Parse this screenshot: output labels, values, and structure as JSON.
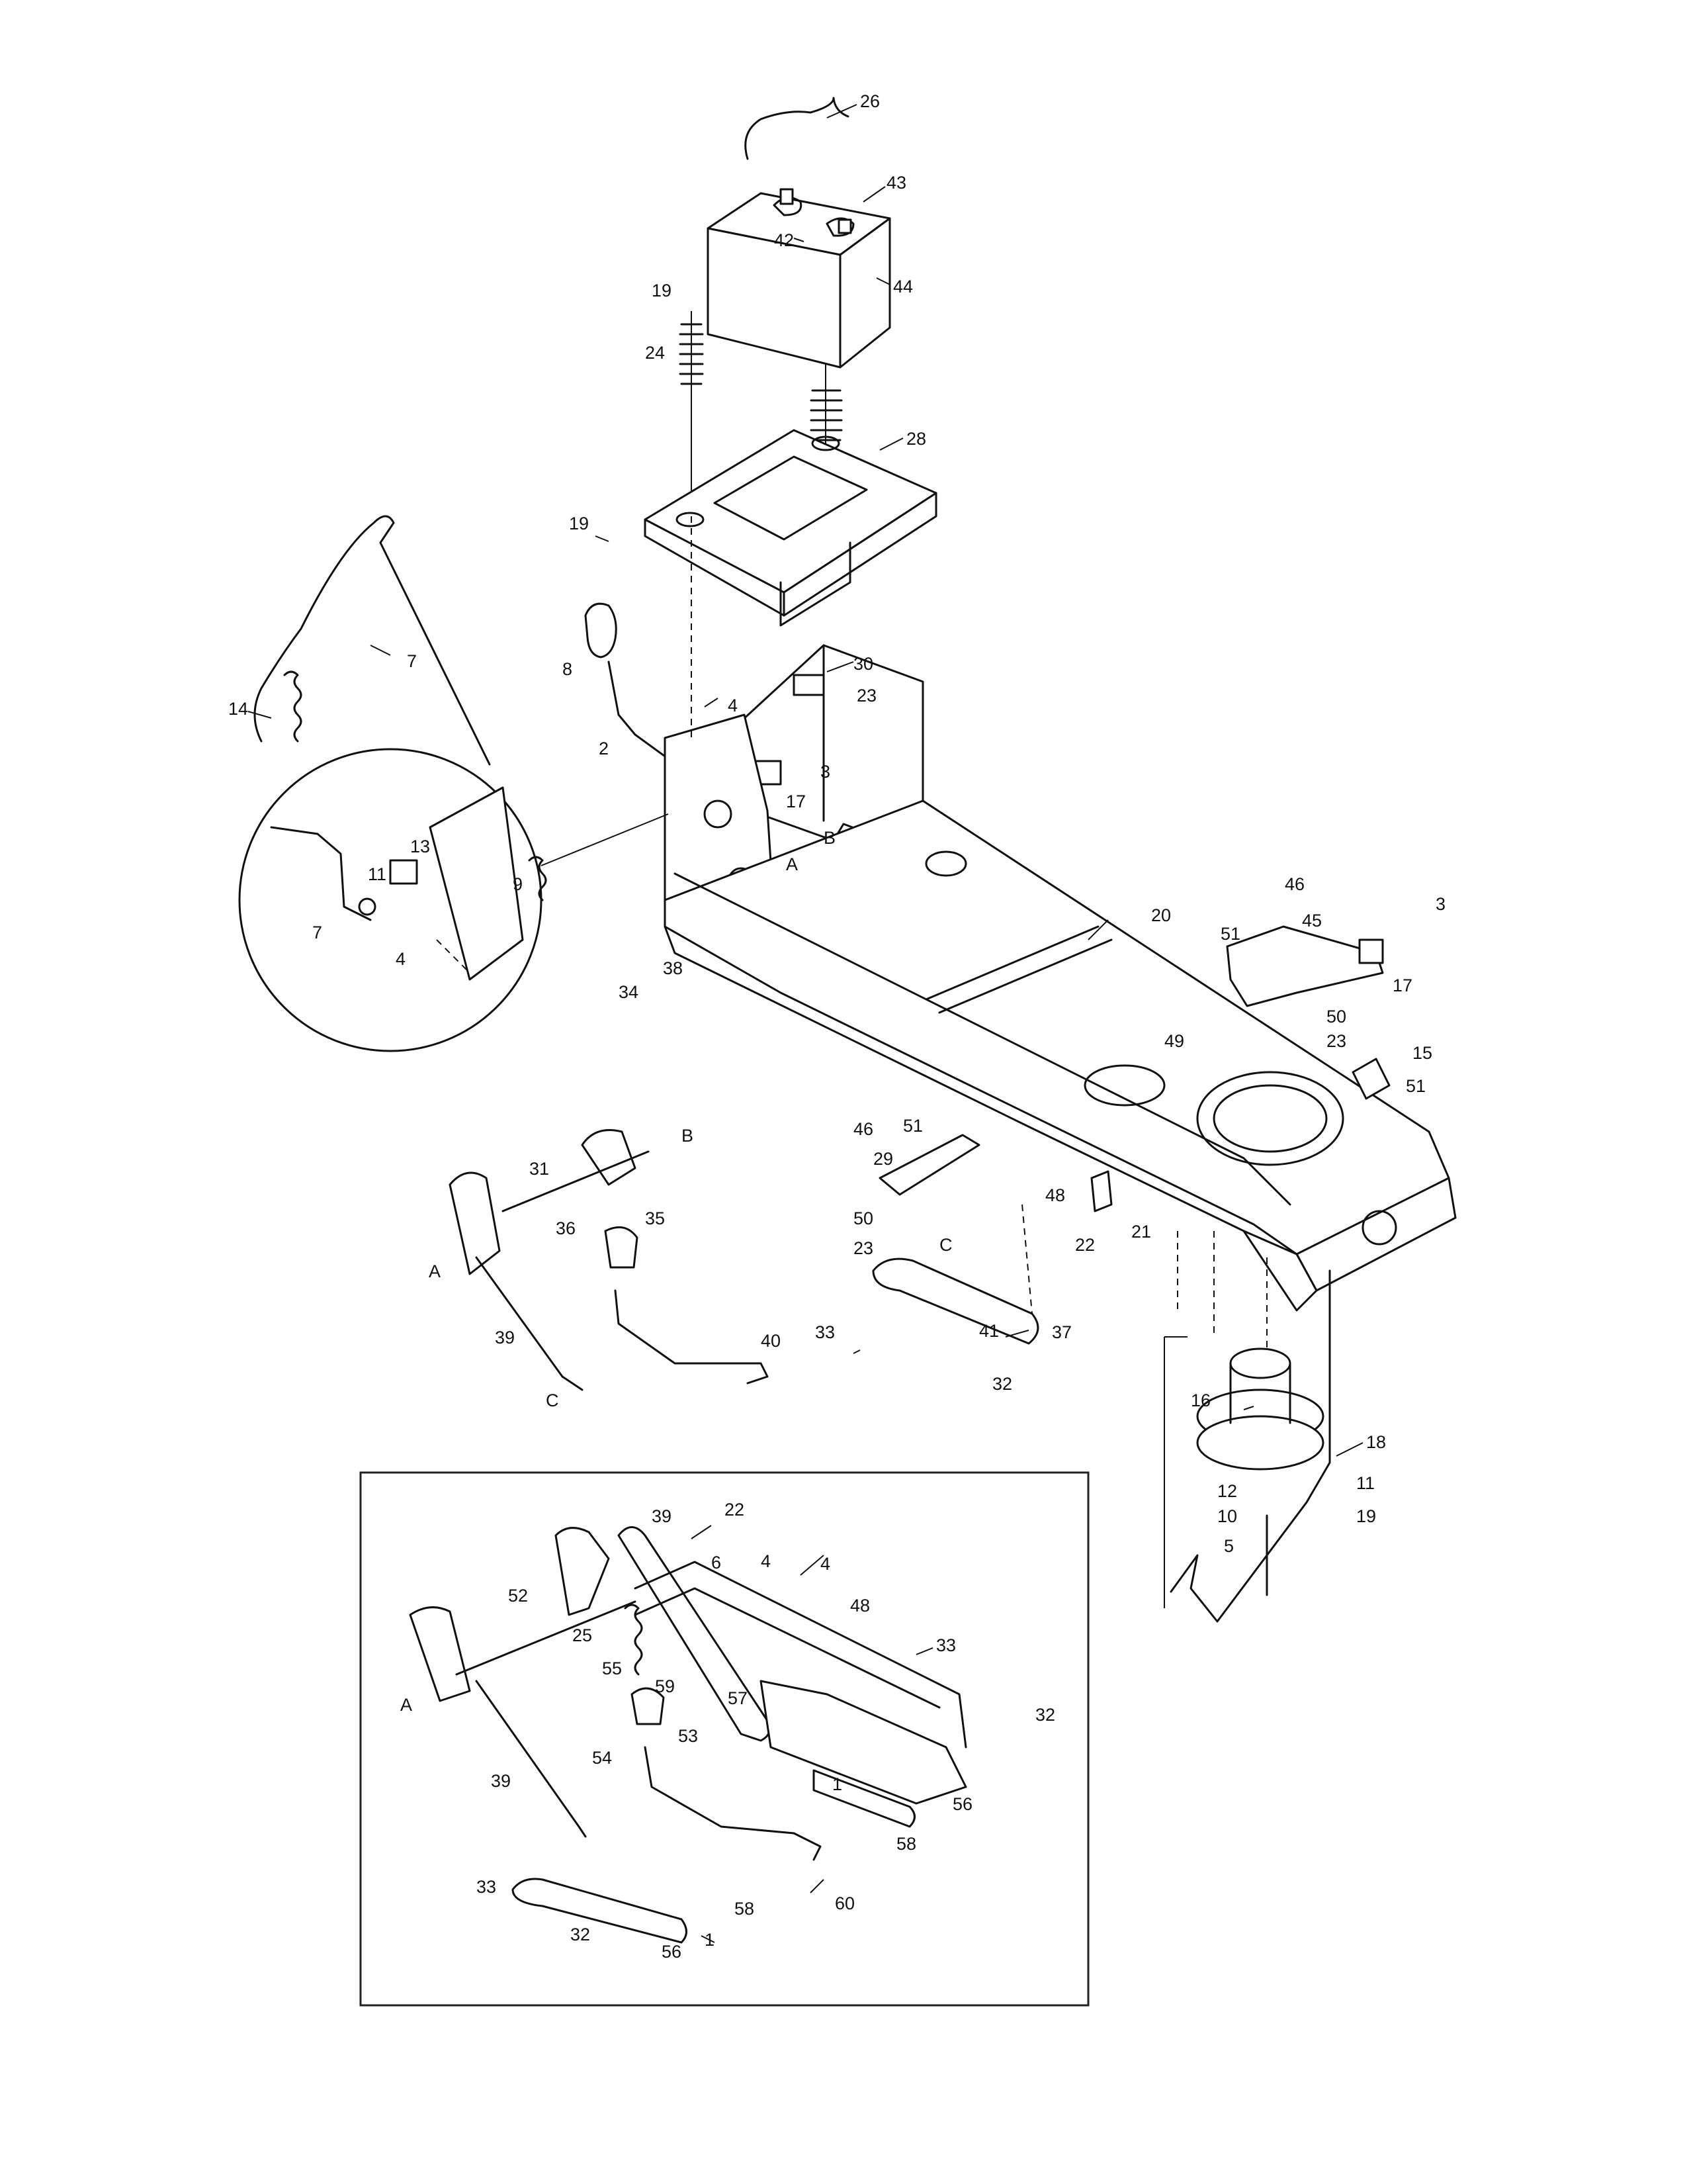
{
  "labels": {
    "26": "26",
    "43": "43",
    "42": "42",
    "44": "44",
    "19a": "19",
    "24": "24",
    "28": "28",
    "19b": "19",
    "8": "8",
    "7a": "7",
    "14": "14",
    "2": "2",
    "30": "30",
    "4a": "4",
    "23a": "23",
    "3a": "3",
    "17a": "17",
    "B1": "B",
    "A1": "A",
    "13": "13",
    "11a": "11",
    "9": "9",
    "7b": "7",
    "4b": "4",
    "34": "34",
    "38": "38",
    "20": "20",
    "46a": "46",
    "3b": "3",
    "51a": "51",
    "45": "45",
    "17b": "17",
    "50a": "50",
    "49": "49",
    "23b": "23",
    "15": "15",
    "51b": "51",
    "B2": "B",
    "31": "31",
    "36": "36",
    "35": "35",
    "A2": "A",
    "39a": "39",
    "C1": "C",
    "40": "40",
    "46b": "46",
    "51c": "51",
    "29": "29",
    "48a": "48",
    "50b": "50",
    "23c": "23",
    "22a": "22",
    "21": "21",
    "C2": "C",
    "33a": "33",
    "41": "41",
    "37": "37",
    "32a": "32",
    "16": "16",
    "18": "18",
    "12": "12",
    "11b": "11",
    "10": "10",
    "19c": "19",
    "5": "5",
    "39b": "39",
    "22b": "22",
    "6": "6",
    "4c": "4",
    "4d": "4",
    "52": "52",
    "25": "25",
    "48b": "48",
    "55": "55",
    "33b": "33",
    "59": "59",
    "57": "57",
    "A3": "A",
    "53": "53",
    "32b": "32",
    "54": "54",
    "39c": "39",
    "1a": "1",
    "56a": "56",
    "58a": "58",
    "60": "60",
    "33c": "33",
    "58b": "58",
    "32c": "32",
    "56b": "56",
    "1b": "1"
  }
}
